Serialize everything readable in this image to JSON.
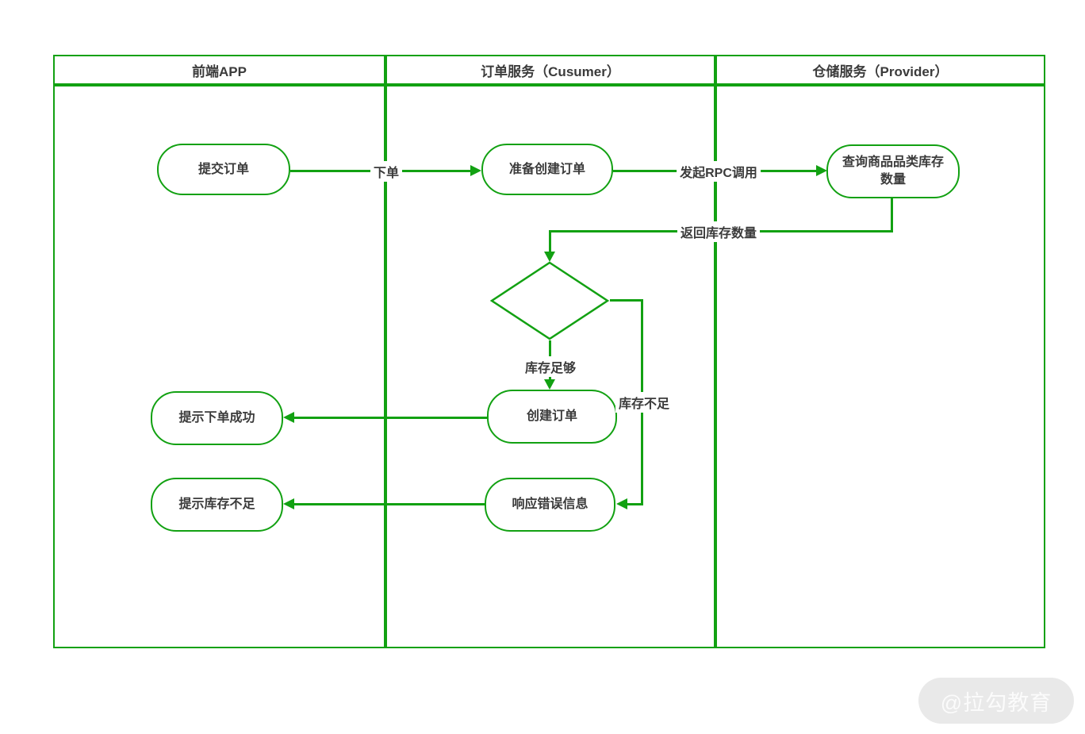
{
  "diagram": {
    "lanes": [
      {
        "title": "前端APP"
      },
      {
        "title": "订单服务（Cusumer）"
      },
      {
        "title": "仓储服务（Provider）"
      }
    ],
    "nodes": {
      "submit_order": "提交订单",
      "prepare_create_order": "准备创建订单",
      "query_stock": "查询商品品类库存数量",
      "create_order": "创建订单",
      "notify_success": "提示下单成功",
      "respond_error": "响应错误信息",
      "notify_out_of_stock": "提示库存不足"
    },
    "edge_labels": {
      "place_order": "下单",
      "rpc_call": "发起RPC调用",
      "return_stock": "返回库存数量",
      "stock_enough": "库存足够",
      "stock_insufficient": "库存不足"
    },
    "colors": {
      "line": "#12a112",
      "text": "#3b3b3b",
      "watermark_bg": "#e9e9e9",
      "watermark_text": "#fbfbfb"
    }
  },
  "watermark": {
    "label": "@拉勾教育"
  }
}
